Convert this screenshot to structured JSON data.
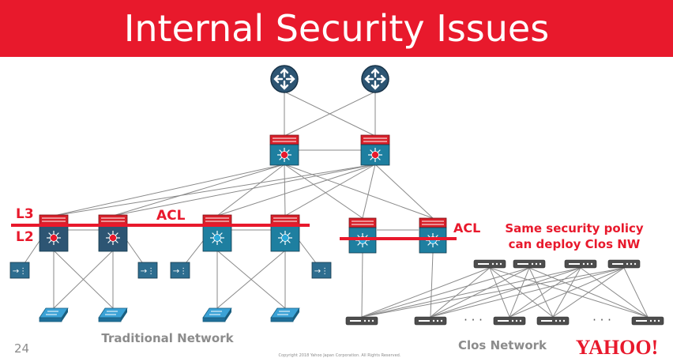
{
  "slide": {
    "title": "Internal Security Issues",
    "page_number": "24",
    "copyright": "Copyright 2018 Yahoo Japan Corporation. All Rights Reserved.",
    "logo_text": "YAHOO!"
  },
  "labels": {
    "l3": "L3",
    "l2": "L2",
    "acl_left": "ACL",
    "acl_right": "ACL",
    "note_line1": "Same security policy",
    "note_line2": "can deploy Clos NW",
    "traditional_network": "Traditional Network",
    "clos_network": "Clos Network",
    "dots_left": "· · ·",
    "dots_right": "· · ·"
  },
  "colors": {
    "accent_red": "#e8192c",
    "router_blue": "#2d5573",
    "switch_teal": "#1e7fa0",
    "server_gray": "#4d4d4d",
    "link_gray": "#8a8a8a"
  }
}
